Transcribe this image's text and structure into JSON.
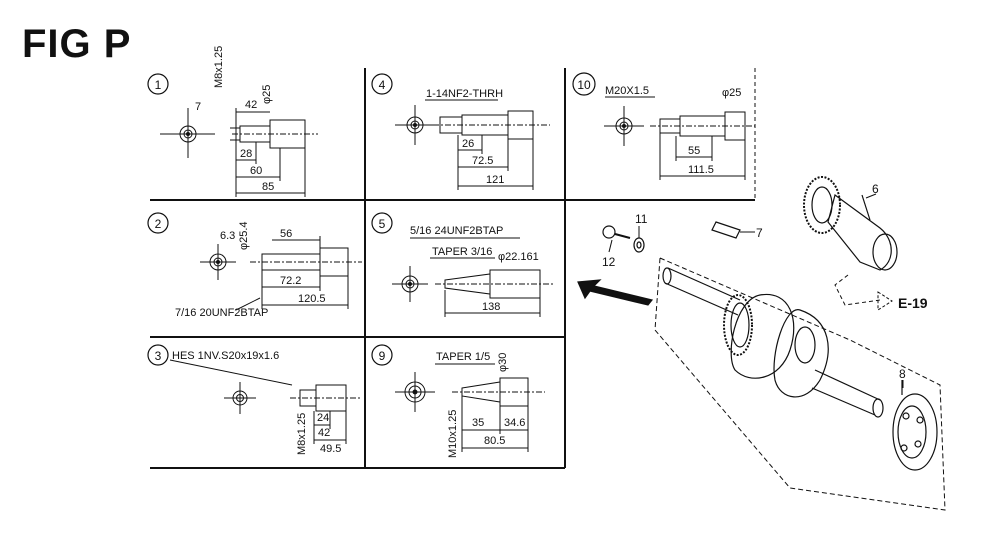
{
  "figure": {
    "title": "FIG P"
  },
  "panels": [
    {
      "number": "1",
      "dims": [
        "M8x1.25",
        "φ25",
        "7",
        "42",
        "28",
        "60",
        "85"
      ]
    },
    {
      "number": "4",
      "dims": [
        "1-14NF2-THRH",
        "26",
        "72.5",
        "121"
      ]
    },
    {
      "number": "10",
      "dims": [
        "M20X1.5",
        "φ25",
        "55",
        "111.5"
      ]
    },
    {
      "number": "2",
      "dims": [
        "6.3",
        "φ25.4",
        "56",
        "72.2",
        "120.5",
        "7/16 20UNF2BTAP"
      ]
    },
    {
      "number": "5",
      "dims": [
        "5/16 24UNF2BTAP",
        "TAPER 3/16",
        "φ22.161",
        "138"
      ]
    },
    {
      "number": "3",
      "dims": [
        "HES 1NV.S20x19x1.6",
        "M8x1.25",
        "24",
        "42",
        "49.5"
      ]
    },
    {
      "number": "9",
      "dims": [
        "TAPER 1/5",
        "φ30",
        "M10x1.25",
        "35",
        "34.6",
        "80.5"
      ]
    }
  ],
  "parts": {
    "p6": "6",
    "p7": "7",
    "p8": "8",
    "p11": "11",
    "p12": "12"
  },
  "reference": "E-19"
}
